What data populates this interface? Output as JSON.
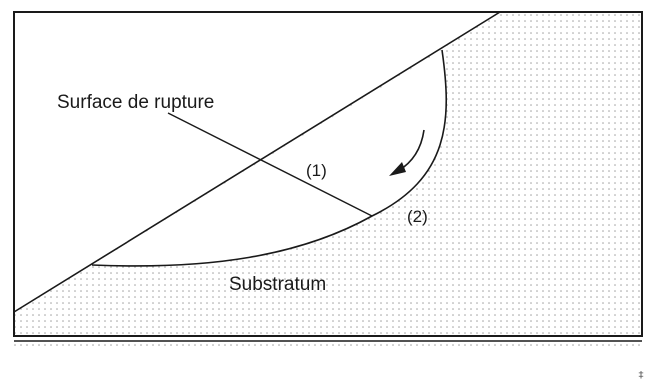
{
  "labels": {
    "rupture_surface": "Surface de rupture",
    "zone_1": "(1)",
    "zone_2": "(2)",
    "substratum": "Substratum"
  },
  "corner_mark": "‡",
  "colors": {
    "line": "#1a1a1a",
    "dots": "#9a9a9a",
    "background": "#ffffff"
  }
}
